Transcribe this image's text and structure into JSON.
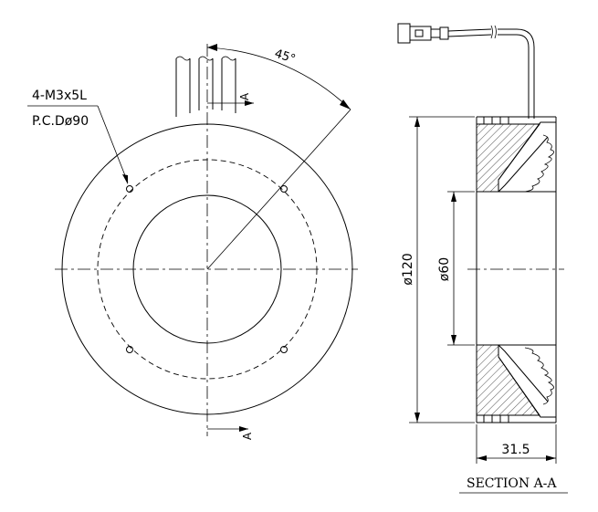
{
  "drawing": {
    "hole_callout_line1": "4-M3x5L",
    "hole_callout_line2": "P.C.Dø90",
    "angle_label": "45°",
    "section_mark_top": "A",
    "section_mark_bottom": "A",
    "outer_diameter_label": "ø120",
    "inner_diameter_label": "ø60",
    "width_label": "31.5",
    "section_title": "SECTION A-A"
  }
}
